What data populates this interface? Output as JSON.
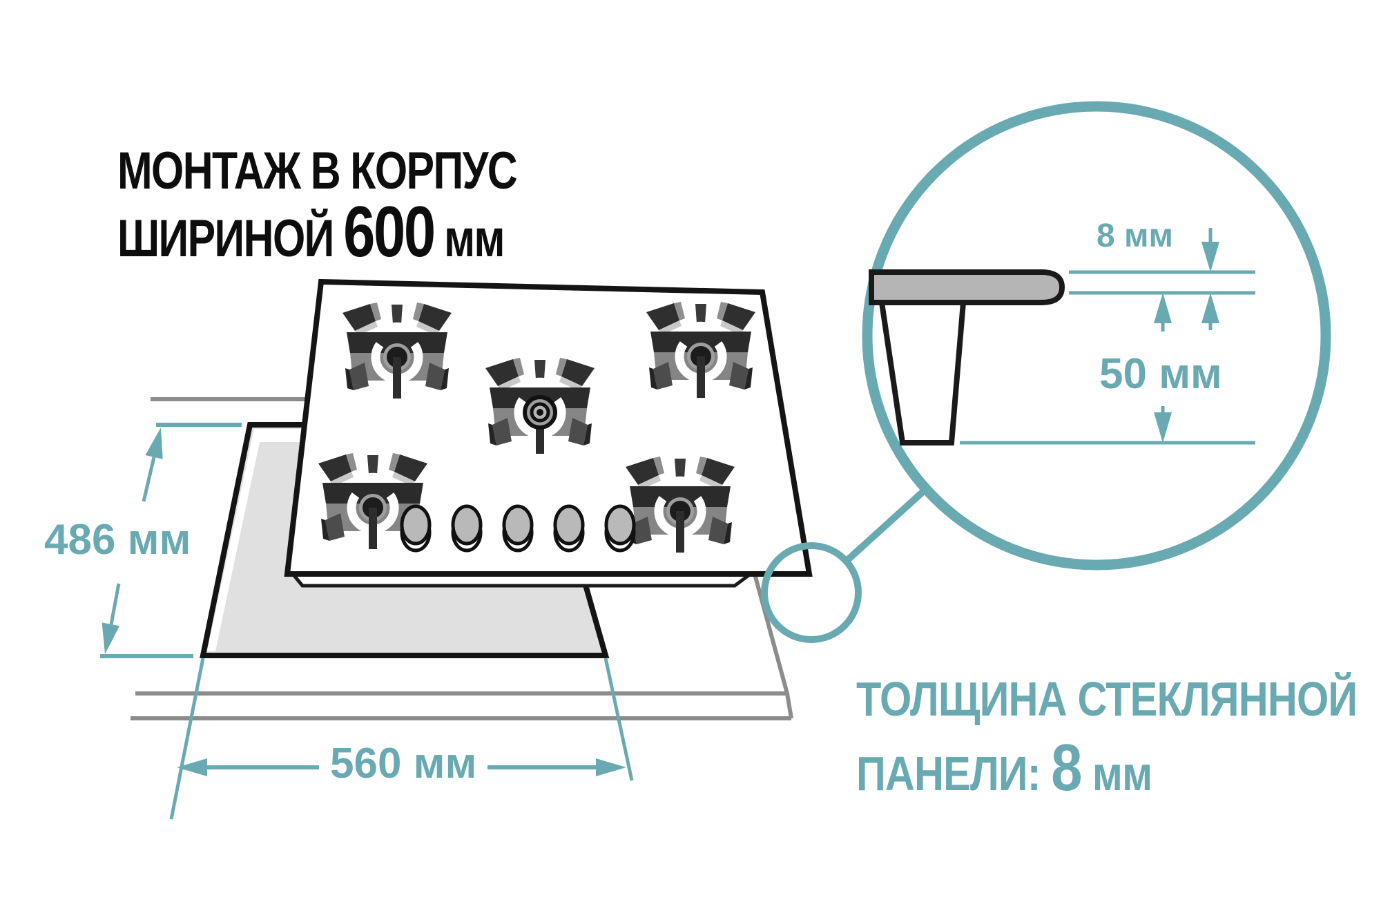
{
  "title": {
    "line1": "МОНТАЖ В КОРПУС",
    "line2_prefix": "ШИРИНОЙ",
    "line2_value": "600",
    "line2_unit": "мм"
  },
  "dimensions": {
    "cabinet_depth": "486 мм",
    "cabinet_width": "560 мм",
    "glass_thickness": "8 мм",
    "mount_depth": "50 мм"
  },
  "note": {
    "line1": "ТОЛЩИНА СТЕКЛЯННОЙ",
    "line2_prefix": "ПАНЕЛИ:",
    "line2_value": "8",
    "line2_unit": "мм"
  },
  "illustration": {
    "type": "gas-hob-installation-diagram",
    "burner_count": 5,
    "knob_count": 5
  },
  "colors": {
    "accent_teal": "#69AAB2",
    "line_gray": "#8C8C8C",
    "outline_black": "#1A1A1A",
    "cutout_gray": "#E0E0E0",
    "glass_gray": "#B5B5B5"
  }
}
